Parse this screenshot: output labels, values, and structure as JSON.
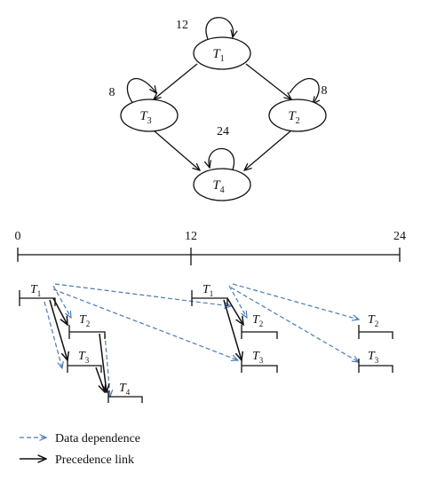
{
  "graph": {
    "nodes": [
      {
        "id": "T1",
        "letter": "T",
        "sub": "1",
        "self_loop_label": "12"
      },
      {
        "id": "T3",
        "letter": "T",
        "sub": "3",
        "self_loop_label": "8"
      },
      {
        "id": "T2",
        "letter": "T",
        "sub": "2",
        "self_loop_label": "8"
      },
      {
        "id": "T4",
        "letter": "T",
        "sub": "4",
        "self_loop_label": "24"
      }
    ],
    "edges": [
      {
        "from": "T1",
        "to": "T3"
      },
      {
        "from": "T1",
        "to": "T2"
      },
      {
        "from": "T3",
        "to": "T4"
      },
      {
        "from": "T2",
        "to": "T4"
      }
    ]
  },
  "timeline": {
    "ticks": [
      {
        "label": "0",
        "value": 0
      },
      {
        "label": "12",
        "value": 12
      },
      {
        "label": "24",
        "value": 24
      }
    ]
  },
  "schedule": {
    "tasks": [
      {
        "id": "a1",
        "letter": "T",
        "sub": "1"
      },
      {
        "id": "a2",
        "letter": "T",
        "sub": "2"
      },
      {
        "id": "a3",
        "letter": "T",
        "sub": "3"
      },
      {
        "id": "a4",
        "letter": "T",
        "sub": "4"
      },
      {
        "id": "b1",
        "letter": "T",
        "sub": "1"
      },
      {
        "id": "b2",
        "letter": "T",
        "sub": "2"
      },
      {
        "id": "b3",
        "letter": "T",
        "sub": "3"
      },
      {
        "id": "c2",
        "letter": "T",
        "sub": "2"
      },
      {
        "id": "c3",
        "letter": "T",
        "sub": "3"
      }
    ]
  },
  "legend": {
    "data_dependence": "Data dependence",
    "precedence_link": "Precedence link"
  },
  "colors": {
    "ink": "#111111",
    "data_dependence": "#4a7bb5"
  }
}
